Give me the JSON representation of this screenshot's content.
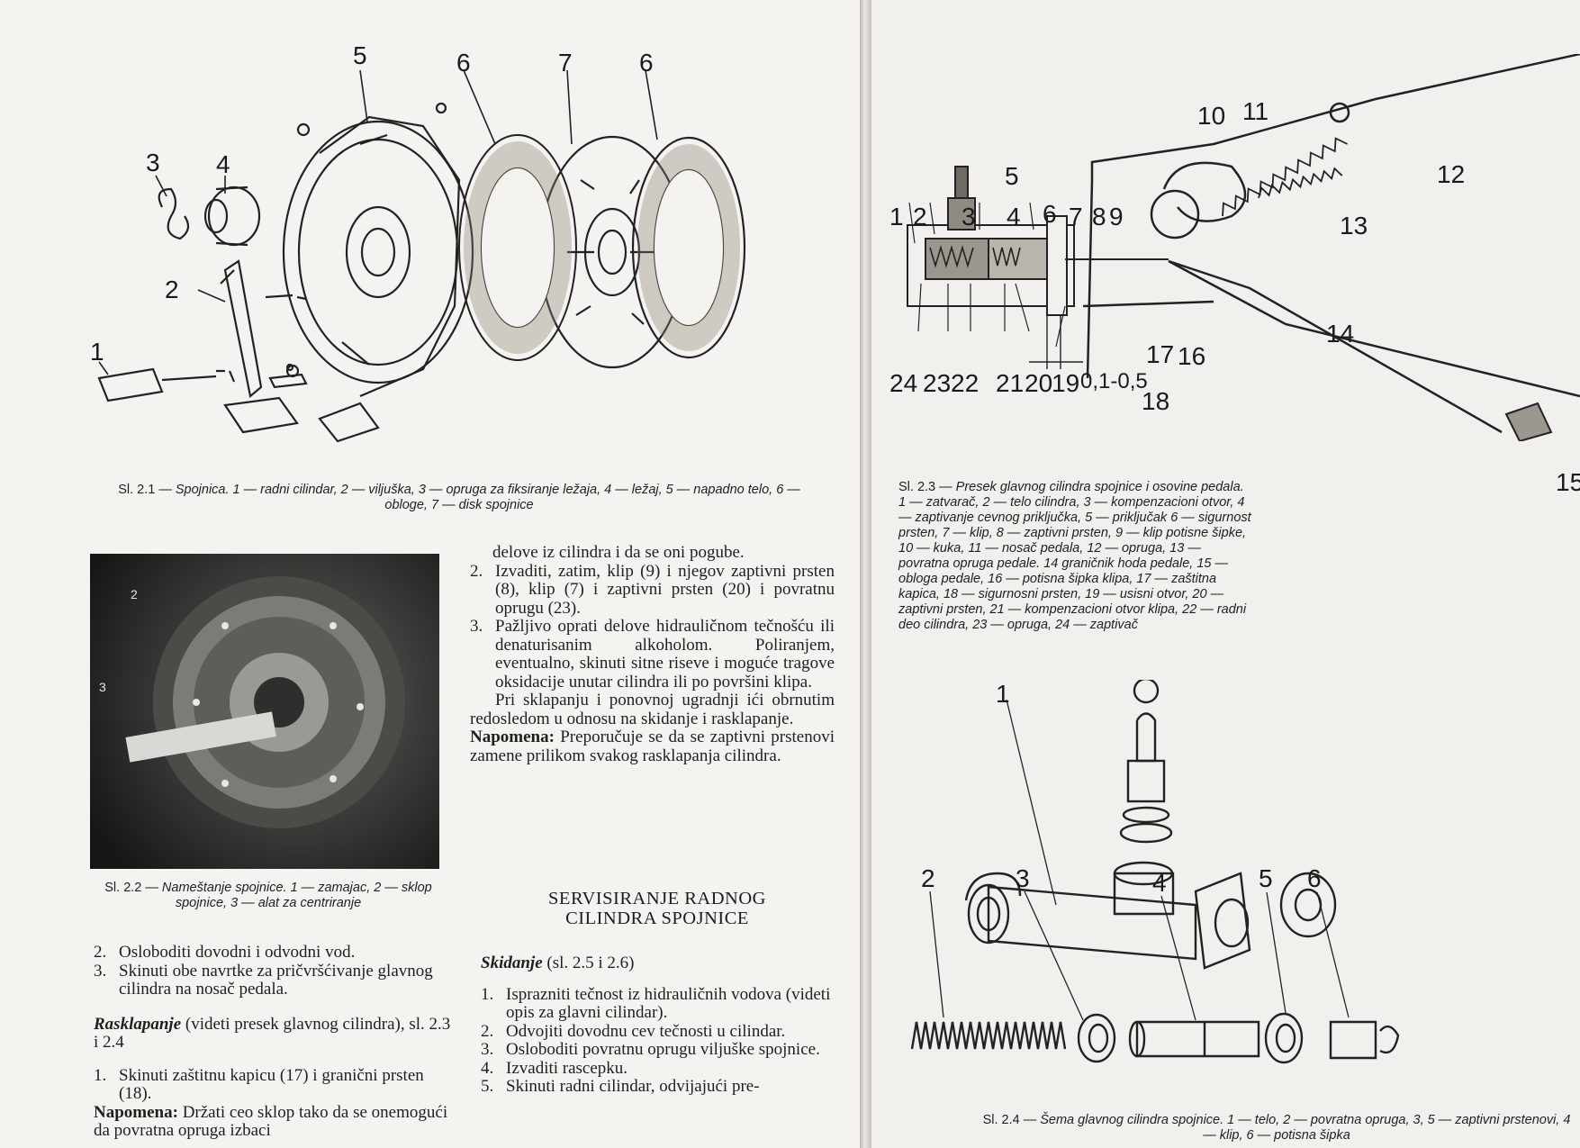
{
  "left_page": {
    "fig_2_1": {
      "callouts": [
        "5",
        "6",
        "7",
        "6",
        "3",
        "4",
        "2",
        "1"
      ],
      "caption_lead": "Sl. 2.1 — ",
      "caption_text": "Spojnica. 1 — radni cilindar, 2 — viljuška, 3 — opruga za fiksiranje ležaja, 4 — ležaj, 5 — napadno telo, 6 — obloge, 7 — disk spojnice"
    },
    "fig_2_2": {
      "callouts": [
        "2",
        "3"
      ],
      "caption_lead": "Sl. 2.2 — ",
      "caption_text": "Nameštanje spojnice. 1 — zamajac, 2 — sklop spojnice, 3 — alat za centriranje"
    },
    "col_right_top": {
      "continuation": "delove iz cilindra i da se oni pogube.",
      "steps": [
        {
          "num": "2.",
          "text": "Izvaditi, zatim, klip (9) i njegov zaptivni prsten (8), klip (7) i zaptivni prsten (20) i povratnu oprugu (23)."
        },
        {
          "num": "3.",
          "text": "Pažljivo oprati delove hidrauličnom tečnošću ili denaturisanim alkoholom. Poliranjem, eventualno, skinuti sitne riseve i moguće tragove oksidacije unutar cilindra ili po površini klipa."
        }
      ],
      "para": "Pri sklapanju i ponovnoj ugradnji ići obrnutim redosledom u odnosu na skidanje i rasklapanje.",
      "note_label": "Napomena:",
      "note_text": " Preporučuje se da se zaptivni prstenovi zamene prilikom svakog rasklapanja cilindra."
    },
    "heading": {
      "line1": "SERVISIRANJE RADNOG",
      "line2": "CILINDRA SPOJNICE"
    },
    "skidanje": {
      "title": "Skidanje",
      "ref": " (sl. 2.5 i 2.6)",
      "steps": [
        {
          "num": "1.",
          "text": "Isprazniti tečnost iz hidrauličnih vodova (videti opis za glavni cilindar)."
        },
        {
          "num": "2.",
          "text": "Odvojiti dovodnu cev tečnosti u cilindar."
        },
        {
          "num": "3.",
          "text": "Osloboditi povratnu oprugu viljuške spojnice."
        },
        {
          "num": "4.",
          "text": "Izvaditi rascepku."
        },
        {
          "num": "5.",
          "text": "Skinuti radni cilindar, odvijajući pre-"
        }
      ]
    },
    "col_left_bottom": {
      "steps": [
        {
          "num": "2.",
          "text": "Osloboditi dovodni i odvodni vod."
        },
        {
          "num": "3.",
          "text": "Skinuti obe navrtke za pričvršćivanje glavnog cilindra na nosač pedala."
        }
      ],
      "rasklapanje_title": "Rasklapanje",
      "rasklapanje_ref": " (videti presek glavnog cilindra), sl. 2.3 i 2.4",
      "steps2": [
        {
          "num": "1.",
          "text": "Skinuti zaštitnu kapicu (17) i granični prsten (18)."
        }
      ],
      "note_label": "Napomena:",
      "note_text": " Držati ceo sklop tako da se onemogući da povratna opruga izbaci"
    }
  },
  "right_page": {
    "fig_2_3": {
      "callouts_top": [
        "1",
        "2",
        "3",
        "4",
        "5",
        "6",
        "7",
        "8",
        "9",
        "10",
        "11",
        "12",
        "13"
      ],
      "callouts_bottom": [
        "24",
        "23",
        "22",
        "21",
        "20",
        "19",
        "0,1-0,5",
        "18",
        "17",
        "16",
        "14",
        "15"
      ],
      "caption_lead": "Sl. 2.3 — ",
      "caption_text": "Presek glavnog cilindra spojnice i osovine pedala. 1 — zatvarač, 2 — telo cilindra, 3 — kompenzacioni otvor, 4 — zaptivanje cevnog priključka, 5 — priključak 6 — sigurnost prsten, 7 — klip, 8 — zaptivni prsten, 9 — klip potisne šipke, 10 — kuka, 11 — nosač pedala, 12 — opruga, 13 — povratna opruga pedale. 14 graničnik hoda pedale, 15 — obloga pedale, 16 — potisna šipka klipa, 17 — zaštitna kapica, 18 — sigurnosni prsten, 19 — usisni otvor, 20 — zaptivni prsten, 21 — kompenzacioni otvor klipa, 22 — radni deo cilindra, 23 — opruga, 24 — zaptivač"
    },
    "fig_2_4": {
      "callouts": [
        "1",
        "2",
        "3",
        "4",
        "5",
        "6"
      ],
      "caption_lead": "Sl. 2.4 — ",
      "caption_text": "Šema glavnog cilindra spojnice. 1 — telo, 2 — povratna opruga, 3, 5 — zaptivni prstenovi, 4 — klip, 6 — potisna šipka"
    }
  }
}
